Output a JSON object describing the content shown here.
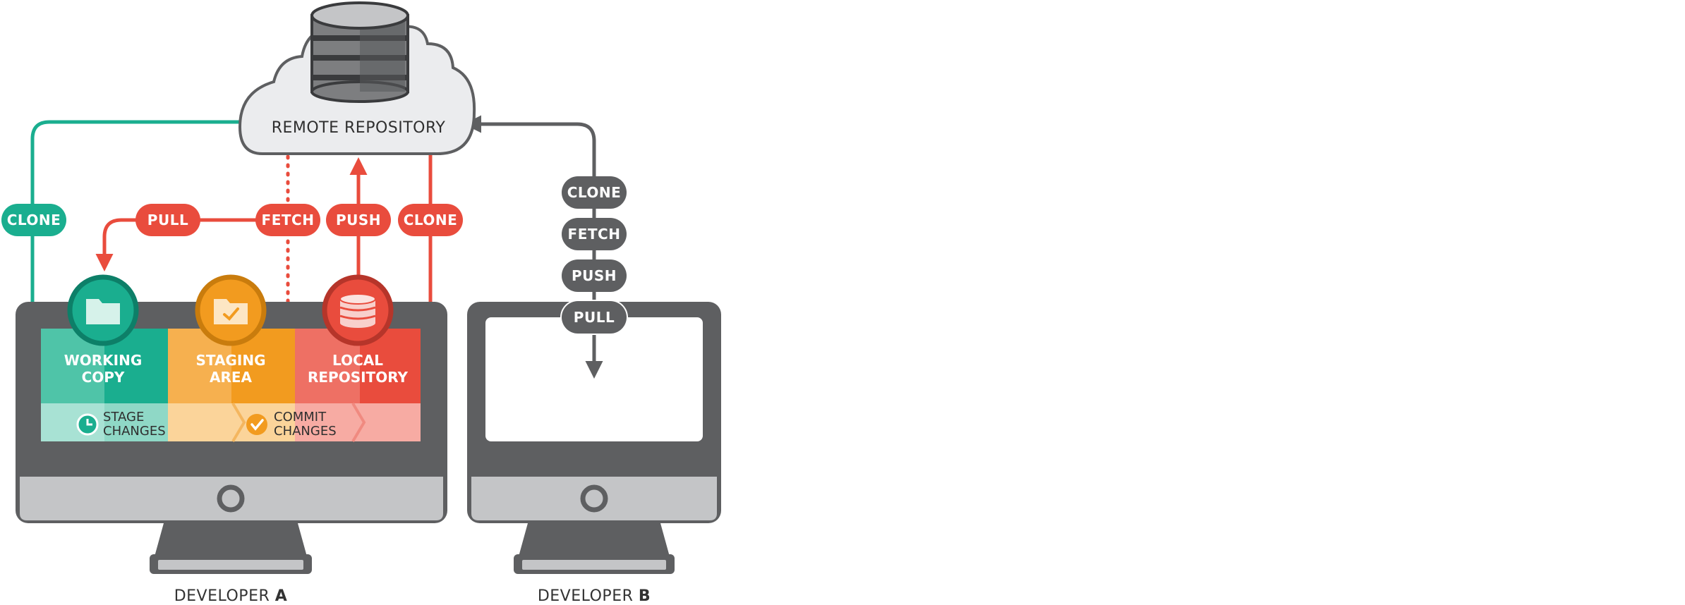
{
  "remote": {
    "label": "REMOTE REPOSITORY"
  },
  "developer_a": {
    "label_prefix": "DEVELOPER ",
    "label_letter": "A",
    "working_copy": {
      "line1": "WORKING",
      "line2": "COPY"
    },
    "staging_area": {
      "line1": "STAGING",
      "line2": "AREA"
    },
    "local_repository": {
      "line1": "LOCAL",
      "line2": "REPOSITORY"
    },
    "stage_changes": {
      "line1": "STAGE",
      "line2": "CHANGES"
    },
    "commit_changes": {
      "line1": "COMMIT",
      "line2": "CHANGES"
    }
  },
  "developer_b": {
    "label_prefix": "DEVELOPER ",
    "label_letter": "B"
  },
  "actions_a": {
    "clone_green": "CLONE",
    "pull": "PULL",
    "fetch": "FETCH",
    "push": "PUSH",
    "clone_red": "CLONE"
  },
  "actions_b": {
    "clone": "CLONE",
    "fetch": "FETCH",
    "push": "PUSH",
    "pull": "PULL"
  },
  "colors": {
    "green": "#1aae8f",
    "orange": "#f29b1f",
    "red": "#e94c3d",
    "dark": "#5e5f61"
  }
}
